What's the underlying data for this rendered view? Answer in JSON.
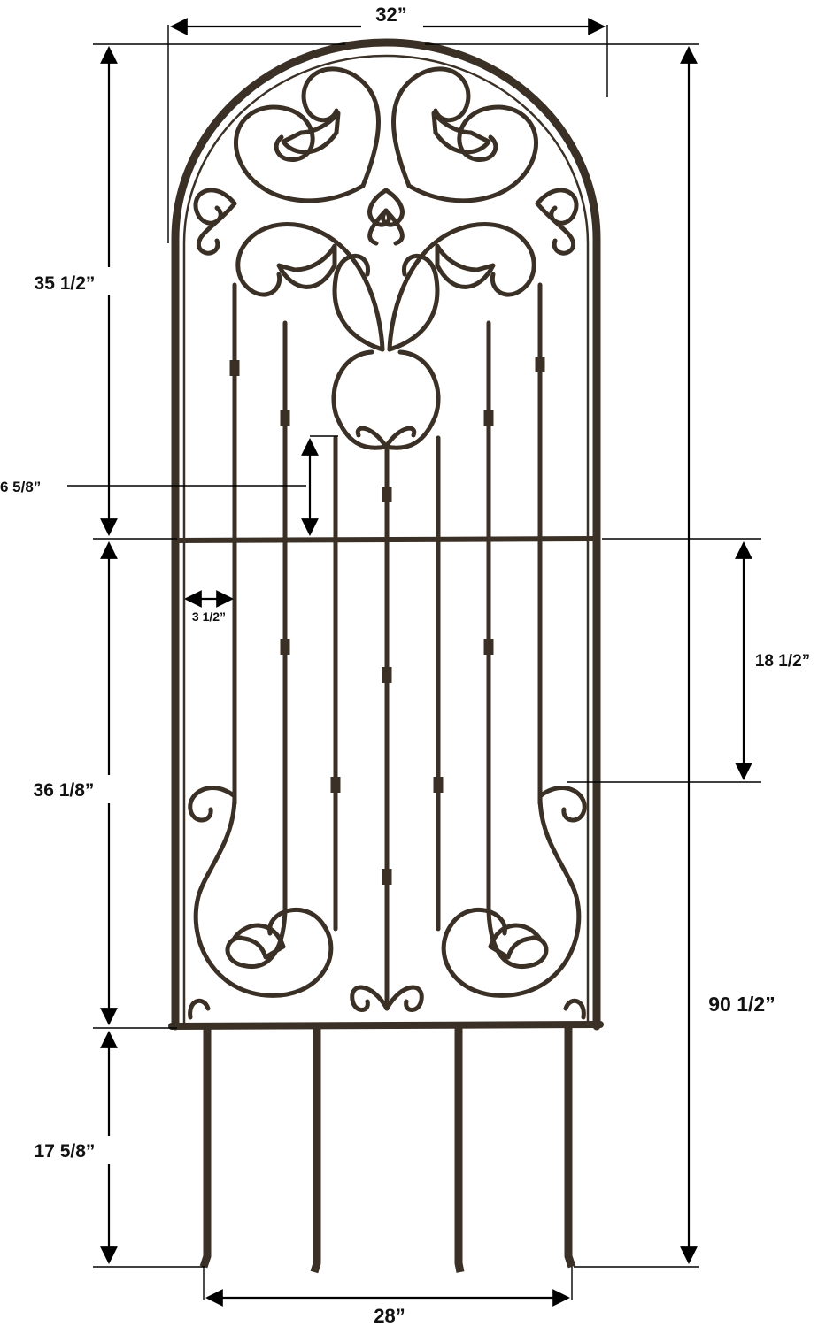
{
  "product": {
    "name": "arched wrought-iron garden trellis",
    "finish_color": "#3b3025",
    "highlight_color": "#7a6652"
  },
  "dimensions": {
    "top_width": "32”",
    "bottom_stake_width": "28”",
    "arch_section_height": "35 1/2”",
    "lower_panel_height": "36 1/8”",
    "stake_length": "17 5/8”",
    "total_height": "90 1/2”",
    "heart_to_crossbar": "6 5/8”",
    "frame_to_bar_spacing": "3 1/2”",
    "crossbar_to_scroll": "18 1/2”"
  }
}
